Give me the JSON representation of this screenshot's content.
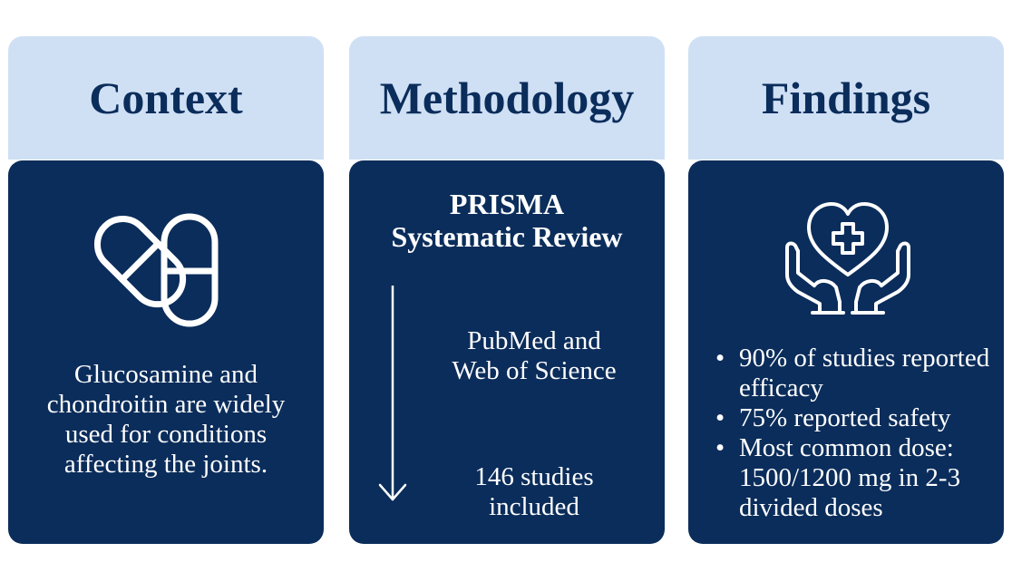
{
  "context": {
    "title": "Context",
    "text": "Glucosamine and chondroitin are widely used for conditions affecting the joints.",
    "icon": "capsules-icon"
  },
  "methodology": {
    "title": "Methodology",
    "review_line1": "PRISMA",
    "review_line2": "Systematic Review",
    "source_line1": "PubMed and",
    "source_line2": "Web of Science",
    "count_line1": "146 studies",
    "count_line2": "included",
    "icon": "arrow-down-icon"
  },
  "findings": {
    "title": "Findings",
    "icon": "heart-hands-care-icon",
    "items": [
      "90% of studies reported efficacy",
      "75% reported safety",
      "Most common dose: 1500/1200 mg in 2-3 divided doses"
    ]
  },
  "colors": {
    "header_bg": "#cfe0f5",
    "body_bg": "#0b2d5b",
    "title_text": "#0b2d5b",
    "body_text": "#ffffff"
  }
}
